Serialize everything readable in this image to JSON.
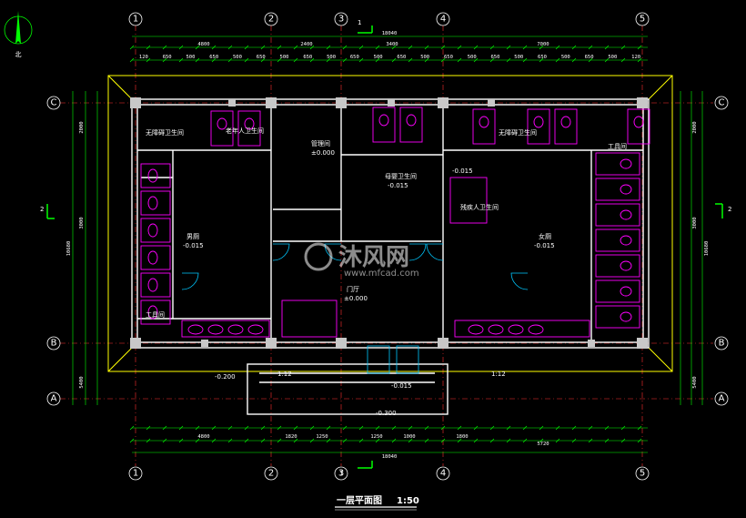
{
  "drawing": {
    "title": "一层平面图",
    "scale": "1:50",
    "north_label": "北"
  },
  "axes": {
    "columns": [
      "1",
      "2",
      "3",
      "4",
      "5"
    ],
    "rows": [
      "C",
      "B",
      "A"
    ]
  },
  "dimensions": {
    "top_overall": "18040",
    "top_spans": [
      "4800",
      "2400",
      "3400",
      "7000"
    ],
    "top_detail": [
      "120",
      "650",
      "500",
      "650",
      "500",
      "650",
      "500",
      "650",
      "500",
      "650",
      "500",
      "650",
      "500",
      "650",
      "500",
      "650",
      "500",
      "650",
      "500",
      "650",
      "500",
      "120"
    ],
    "bottom_overall": "18040",
    "bottom_spans": [
      "4800",
      "1820",
      "1250",
      "1250",
      "1000",
      "1800",
      "5720"
    ],
    "left_overall": "10680",
    "left_spans": [
      "3000",
      "5400",
      "2000"
    ],
    "right_overall": "10680",
    "right_spans": [
      "3000",
      "5400",
      "2000"
    ]
  },
  "rooms": {
    "men": "男厕",
    "men_level": "-0.015",
    "women": "女厕",
    "women_level": "-0.015",
    "hall": "门厅",
    "hall_level": "±0.000",
    "mgmt": "管理间",
    "mgmt_level": "±0.000",
    "mother_baby": "母婴卫生间",
    "mother_baby_level": "-0.015",
    "third_wc": "无障碍卫生间",
    "janitor_left": "工具间",
    "janitor_right": "工具间",
    "accessible": "残疾人卫生间",
    "accessible_level": "-0.015",
    "elderly": "老年人卫生间",
    "stair_level": "-0.200",
    "ramp": "1:12",
    "outdoor_level": "-0.300",
    "entrance_level": "-0.015"
  },
  "section_marks": [
    "1",
    "1",
    "2",
    "2"
  ],
  "watermark": {
    "brand": "沐风网",
    "url": "www.mfcad.com"
  },
  "colors": {
    "background": "#000000",
    "walls": "#ffffff",
    "dimension": "#00ff00",
    "fixtures": "#ff00ff",
    "axis_lines": "#ff3030",
    "text": "#ffffff",
    "door_swing": "#00c8ff",
    "outline": "#ffff00"
  }
}
